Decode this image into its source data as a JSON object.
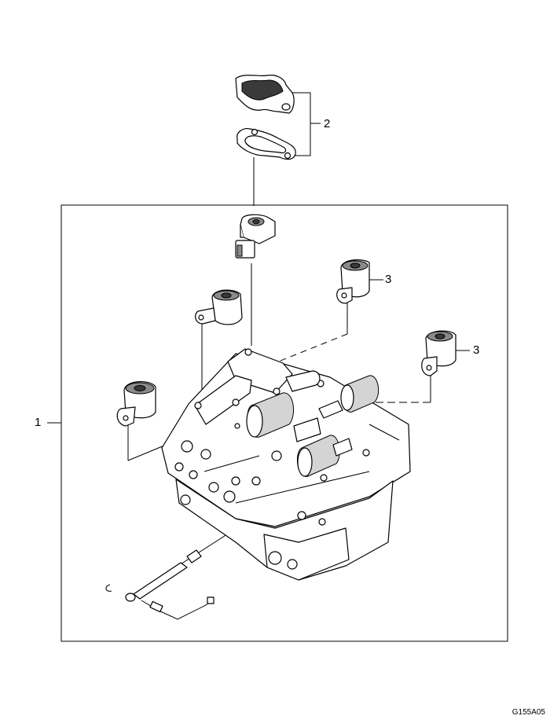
{
  "diagram": {
    "figure_code": "G155A05",
    "callouts": {
      "one": "1",
      "two": "2",
      "three_upper": "3",
      "three_lower": "3"
    },
    "parts": [
      "valve-body-assembly",
      "solenoid-cover-and-gasket",
      "shift-solenoid",
      "shift-solenoid",
      "pressure-control-solenoid",
      "solenoid-valve",
      "solenoid-valve",
      "wire-harness-connector"
    ]
  }
}
